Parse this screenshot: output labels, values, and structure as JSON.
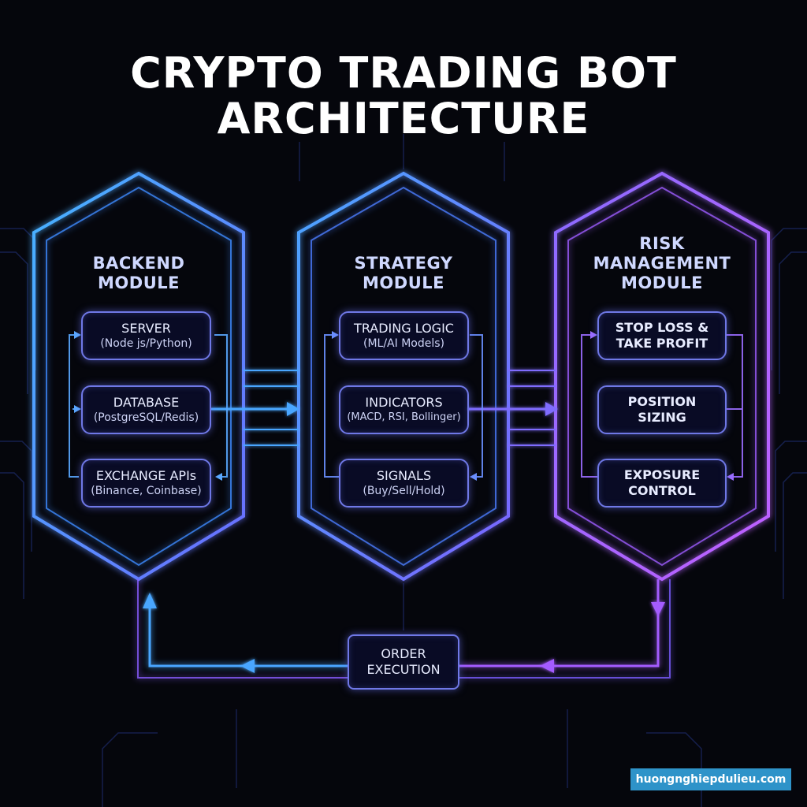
{
  "title": {
    "line1": "CRYPTO TRADING BOT",
    "line2": "ARCHITECTURE"
  },
  "modules": {
    "backend": {
      "title_line1": "BACKEND",
      "title_line2": "MODULE",
      "items": [
        {
          "line1": "SERVER",
          "line2": "(Node js/Python)"
        },
        {
          "line1": "DATABASE",
          "line2": "(PostgreSQL/Redis)"
        },
        {
          "line1": "EXCHANGE APIs",
          "line2": "(Binance, Coinbase)"
        }
      ]
    },
    "strategy": {
      "title_line1": "STRATEGY",
      "title_line2": "MODULE",
      "items": [
        {
          "line1": "TRADING LOGIC",
          "line2": "(ML/AI Models)"
        },
        {
          "line1": "INDICATORS",
          "line2": "(MACD, RSI, Bollinger)"
        },
        {
          "line1": "SIGNALS",
          "line2": "(Buy/Sell/Hold)"
        }
      ]
    },
    "risk": {
      "title_line1": "RISK",
      "title_line2": "MANAGEMENT",
      "title_line3": "MODULE",
      "items": [
        {
          "line1": "STOP LOSS &",
          "line2": "TAKE PROFIT"
        },
        {
          "line1": "POSITION",
          "line2": "SIZING"
        },
        {
          "line1": "EXPOSURE",
          "line2": "CONTROL"
        }
      ]
    }
  },
  "order_execution": {
    "line1": "ORDER",
    "line2": "EXECUTION"
  },
  "watermark": "huongnghiepdulieu.com",
  "colors": {
    "background": "#05060c",
    "neon_blue": "#3aa8ff",
    "neon_purple": "#a45cff",
    "box_border": "#6f78e6"
  }
}
